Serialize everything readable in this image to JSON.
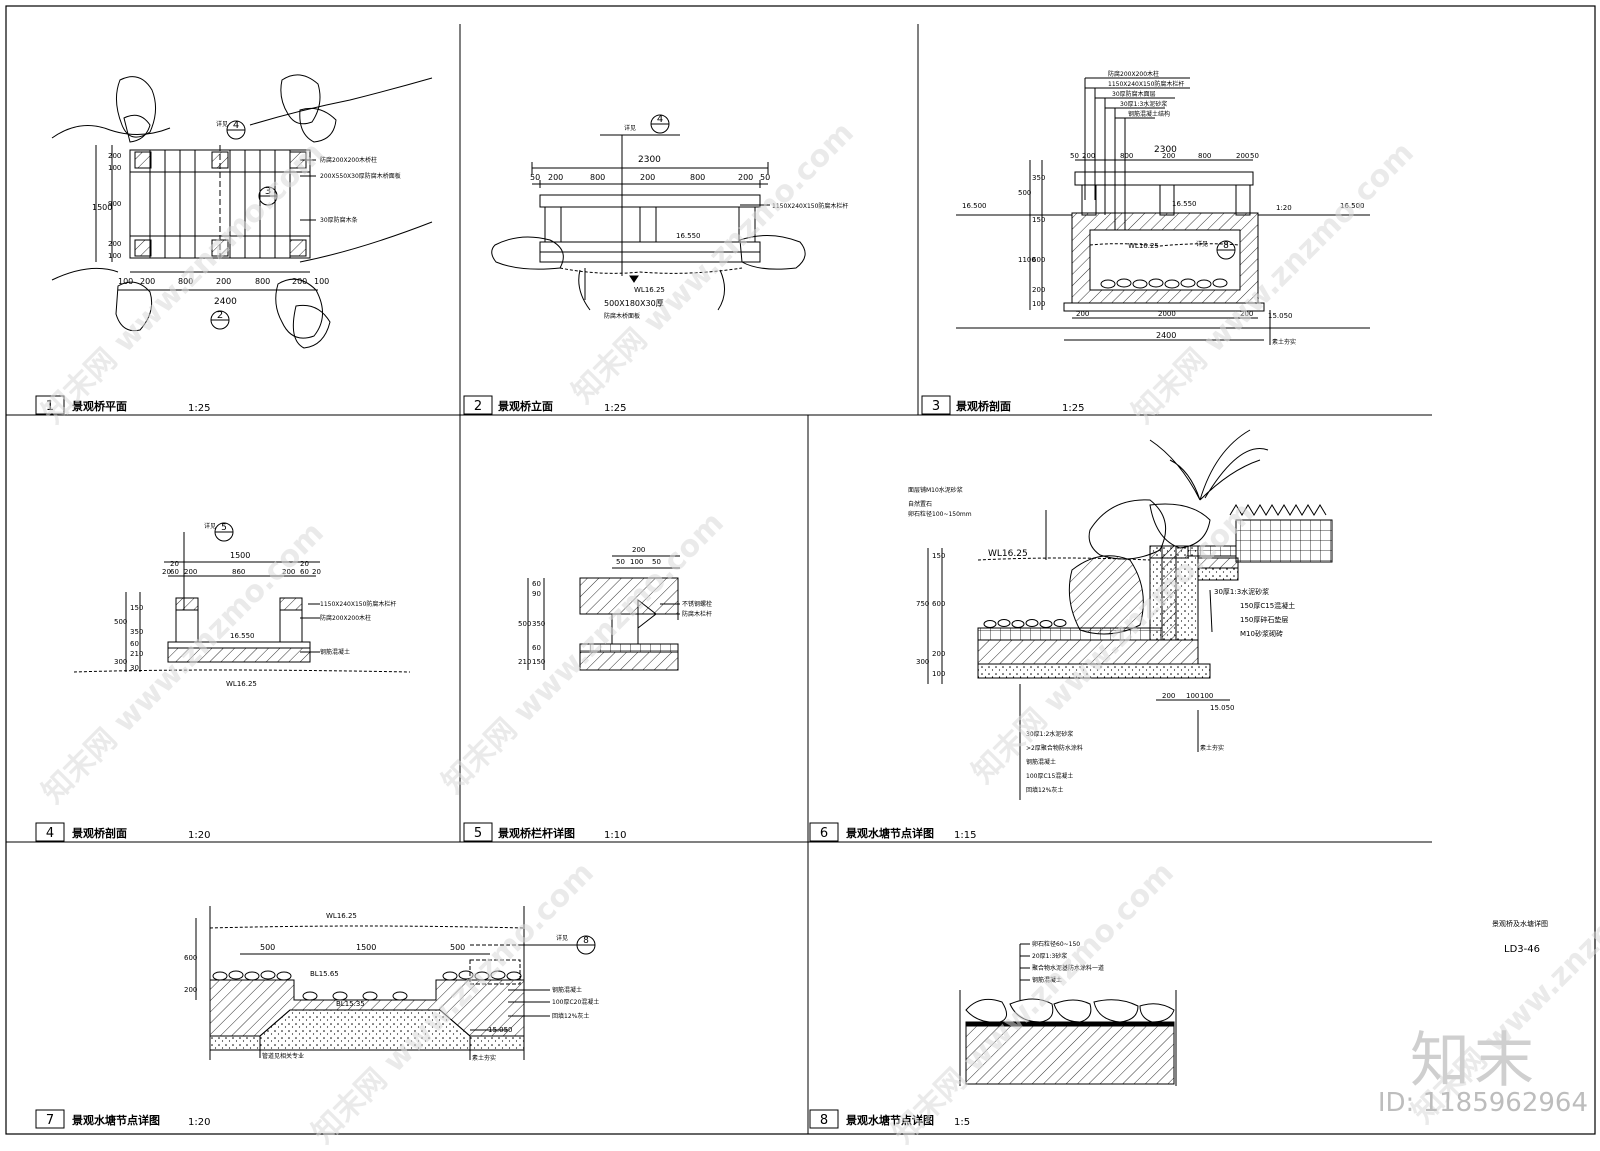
{
  "panels": [
    {
      "num": "1",
      "title": "景观桥平面",
      "scale": "1:25"
    },
    {
      "num": "2",
      "title": "景观桥立面",
      "scale": "1:25"
    },
    {
      "num": "3",
      "title": "景观桥剖面",
      "scale": "1:25"
    },
    {
      "num": "4",
      "title": "景观桥剖面",
      "scale": "1:20"
    },
    {
      "num": "5",
      "title": "景观桥栏杆详图",
      "scale": "1:10"
    },
    {
      "num": "6",
      "title": "景观水塘节点详图",
      "scale": "1:15"
    },
    {
      "num": "7",
      "title": "景观水塘节点详图",
      "scale": "1:20"
    },
    {
      "num": "8",
      "title": "景观水塘节点详图",
      "scale": "1:5"
    }
  ],
  "p1": {
    "dims_left": [
      "200",
      "100",
      "1500",
      "900",
      "200",
      "100"
    ],
    "dims_bottom": [
      "100",
      "200",
      "800",
      "200",
      "800",
      "200",
      "100"
    ],
    "total": "2400",
    "callouts": [
      "防腐200X200木桥柱",
      "200X550X30厚防腐木桥面板",
      "30厚防腐木条",
      "详见"
    ],
    "ref_a": "4",
    "ref_b": "3",
    "ref_c": "2"
  },
  "p2": {
    "dims": [
      "50",
      "200",
      "800",
      "200",
      "800",
      "200",
      "50"
    ],
    "total": "2300",
    "note_rail": "1150X240X150防腐木栏杆",
    "note_board": "500X180X30厚",
    "note_board2": "防腐木桥面板",
    "level": "16.550",
    "wl": "WL16.25",
    "ref": "4",
    "ref_label": "详见"
  },
  "p3": {
    "callouts": [
      "防腐200X200木柱",
      "1150X240X150防腐木栏杆",
      "30厚防腐木面层",
      "30厚1:3水泥砂浆",
      "钢筋混凝土结构"
    ],
    "dims_top": [
      "50",
      "200",
      "800",
      "200",
      "800",
      "200",
      "50"
    ],
    "total_top": "2300",
    "dims_left": [
      "500",
      "350",
      "150",
      "1100",
      "600",
      "200",
      "100"
    ],
    "dims_bottom": [
      "200",
      "2000",
      "200"
    ],
    "total_bottom": "2400",
    "lv_left": "16.500",
    "lv_mid": "16.550",
    "lv_right": "16.500",
    "slope": "1:20",
    "wl": "WL16.25",
    "lv_bottom": "15.050",
    "base_note": "素土夯实",
    "ref": "8",
    "ref_label": "详见"
  },
  "p4": {
    "dims_top": [
      "20",
      "60",
      "20",
      "200",
      "860",
      "200",
      "20",
      "60",
      "20"
    ],
    "total": "1500",
    "dims_left": [
      "500",
      "150",
      "350",
      "300",
      "210",
      "60",
      "30"
    ],
    "note_rail": "1150X240X150防腐木栏杆",
    "note_post": "防腐200X200木柱",
    "note_struct": "钢筋混凝土",
    "level": "16.550",
    "wl": "WL16.25",
    "ref": "5",
    "ref_label": "详见"
  },
  "p5": {
    "dims_top": [
      "200",
      "50",
      "100",
      "50"
    ],
    "dims_left": [
      "500",
      "60",
      "90",
      "350",
      "210",
      "150",
      "60"
    ],
    "notes": [
      "不锈钢螺栓",
      "防腐木栏杆"
    ]
  },
  "p6": {
    "notes_top": [
      "面层铺M10水泥砂浆",
      "自然置石",
      "卵石粒径100~150mm"
    ],
    "wl": "WL16.25",
    "dims_left": [
      "150",
      "750",
      "600",
      "300",
      "200",
      "100"
    ],
    "notes_right": [
      "30厚1:3水泥砂浆",
      "150厚C15混凝土",
      "150厚碎石垫层",
      "M10砂浆砌砖"
    ],
    "dims_bottom": [
      "200",
      "100",
      "100"
    ],
    "level": "15.050",
    "base_note": "素土夯实",
    "notes_bottom": [
      "30厚1:2水泥砂浆",
      ">2厚聚合物防水涂料",
      "钢筋混凝土",
      "100厚C15混凝土",
      "回填12%灰土"
    ]
  },
  "p7": {
    "wl": "WL16.25",
    "dims_top": [
      "500",
      "1500",
      "500"
    ],
    "dims_left": [
      "600",
      "200"
    ],
    "bl1": "BL15.65",
    "bl2": "BL15.35",
    "notes": [
      "钢筋混凝土",
      "100厚C20混凝土",
      "回填12%灰土"
    ],
    "level": "15.050",
    "base_note": "素土夯实",
    "note_bottom": "管道见相关专业",
    "ref": "8",
    "ref_label": "详见"
  },
  "p8": {
    "notes": [
      "卵石粒径60~150",
      "20厚1:3砂浆",
      "聚合物水泥基防水涂料一道",
      "钢筋混凝土"
    ],
    "sheet_title": "景观桥及水塘详图",
    "sheet_no": "LD3-46"
  },
  "watermark": {
    "site": "www.znzmo.com",
    "cn": "知末网",
    "brand": "知末",
    "id": "ID: 1185962964"
  }
}
